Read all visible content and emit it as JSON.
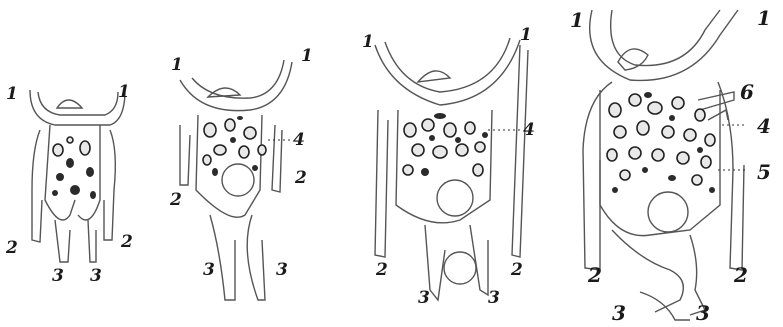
{
  "figures": [
    {
      "labels": {
        "a": "1",
        "b": "1",
        "c": "2",
        "d": "2",
        "e": "3",
        "f": "3"
      }
    },
    {
      "labels": {
        "a": "1",
        "b": "1",
        "c": "4",
        "d": "2",
        "e": "2",
        "f": "3",
        "g": "3"
      }
    },
    {
      "labels": {
        "a": "1",
        "b": "1",
        "c": "4",
        "d": "2",
        "e": "2",
        "f": "3",
        "g": "3"
      }
    },
    {
      "labels": {
        "a": "1",
        "b": "1",
        "c": "6",
        "d": "4",
        "e": "5",
        "f": "2",
        "g": "2",
        "h": "3",
        "i": "3"
      }
    }
  ]
}
